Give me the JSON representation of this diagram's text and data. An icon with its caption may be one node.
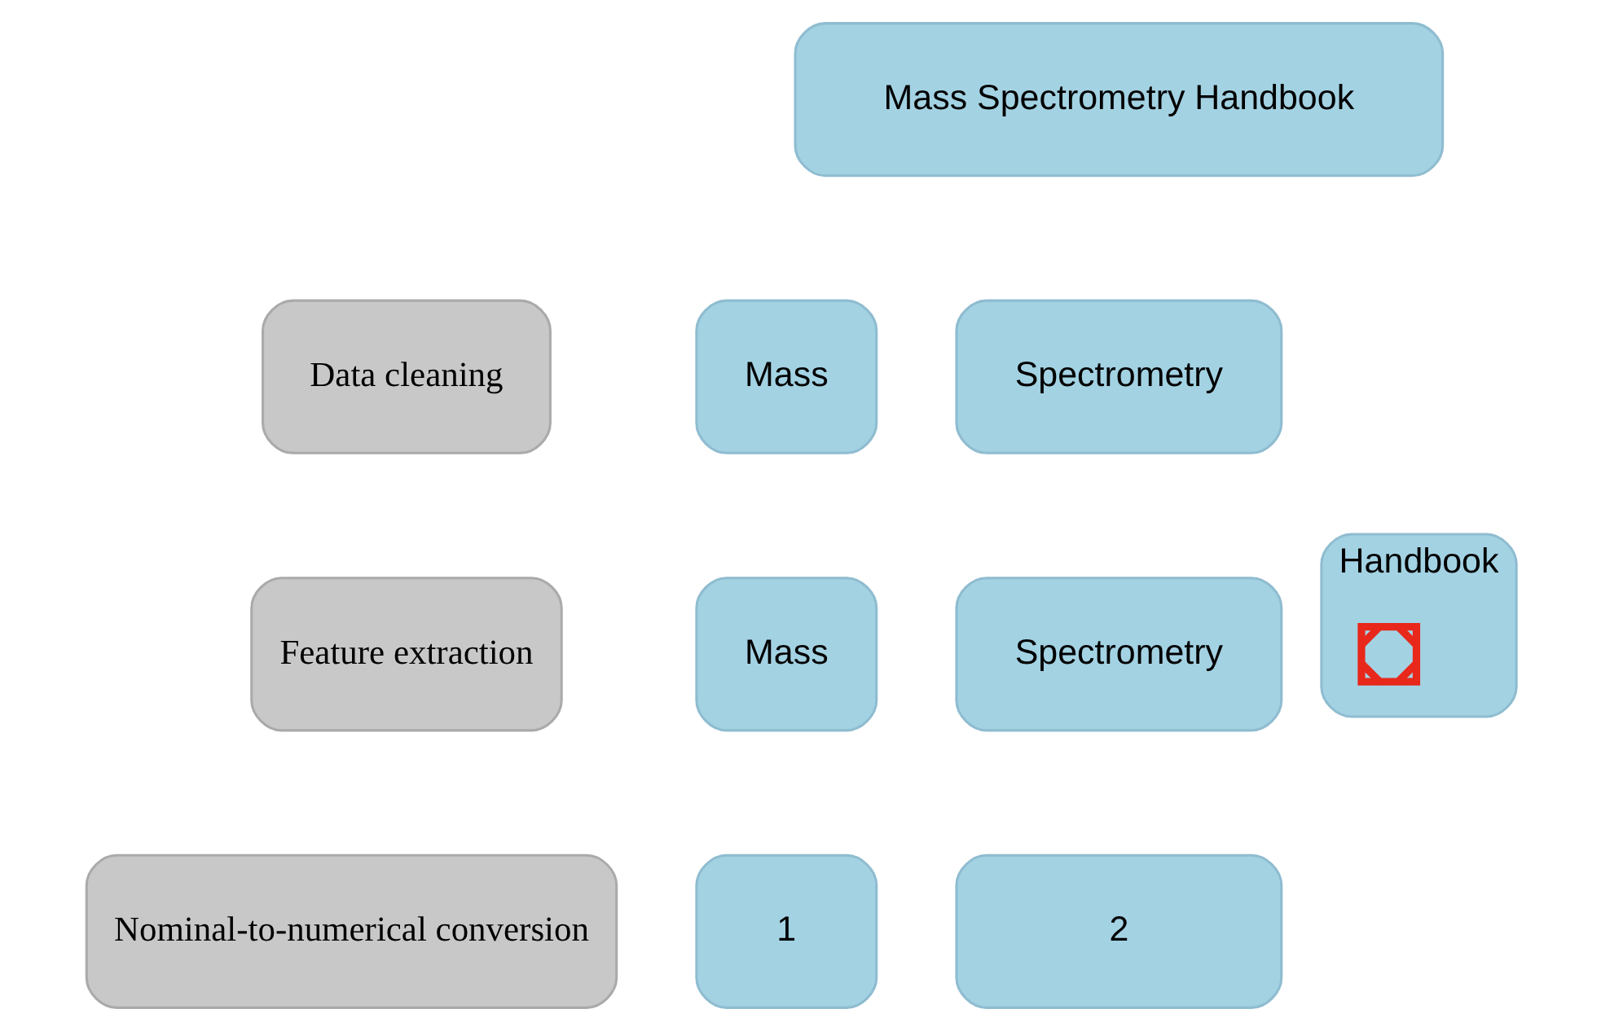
{
  "diagram": {
    "nodes": [
      {
        "text": [
          "Mass Spectrometry Handbook"
        ]
      },
      {
        "text": [
          "Data cleaning"
        ]
      },
      {
        "text": [
          "Mass"
        ]
      },
      {
        "text": [
          "Spectrometry"
        ]
      },
      {
        "text": [
          "Handbook"
        ]
      },
      {
        "text": [],
        "shape": "cross",
        "in": 4
      },
      {
        "text": [
          "Feature extraction"
        ]
      },
      {
        "text": [
          "Mass"
        ]
      },
      {
        "text": [
          "Spectrometry"
        ]
      },
      {
        "text": [
          "Nominal-to-numerical conversion"
        ]
      },
      {
        "text": [
          "1"
        ]
      },
      {
        "text": [
          "2"
        ]
      }
    ],
    "edges": []
  }
}
